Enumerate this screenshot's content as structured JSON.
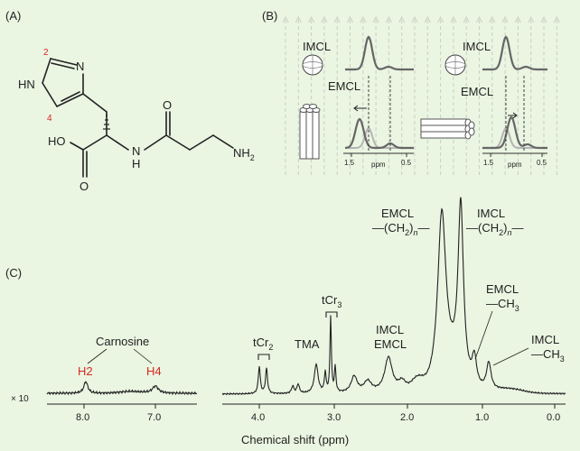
{
  "panels": {
    "a_label": "(A)",
    "b_label": "(B)",
    "c_label": "(C)"
  },
  "molecule": {
    "atom_N_upper": "N",
    "atom_HN": "HN",
    "atom_HO": "HO",
    "atom_O_acid": "O",
    "atom_N_amide": "N",
    "atom_H_amide": "H",
    "atom_O_amide": "O",
    "atom_NH": "NH",
    "atom_NH_sub": "2",
    "position_2": "2",
    "position_4": "4"
  },
  "panel_b": {
    "imcl": "IMCL",
    "emcl": "EMCL",
    "ppm": "ppm",
    "tick_left": "1.5",
    "tick_right": "0.5"
  },
  "spectrum": {
    "multiplier": "× 10",
    "xlabel": "Chemical shift (ppm)",
    "left_ticks": [
      "8.0",
      "7.0"
    ],
    "right_ticks": [
      "4.0",
      "3.0",
      "2.0",
      "1.0",
      "0.0"
    ],
    "carnosine": "Carnosine",
    "h2": "H2",
    "h4": "H4",
    "tcr2_base": "tCr",
    "tcr2_sub": "2",
    "tcr3_base": "tCr",
    "tcr3_sub": "3",
    "tma": "TMA",
    "imcl_emcl_top": "IMCL",
    "imcl_emcl_bottom": "EMCL",
    "emcl_ch2_name": "EMCL",
    "imcl_ch2_name": "IMCL",
    "ch2_group_pre": "—(CH",
    "ch2_group_sub": "2",
    "ch2_group_mid": ")",
    "ch2_group_n": "n",
    "ch2_group_post": "—",
    "emcl_ch3_name": "EMCL",
    "imcl_ch3_name": "IMCL",
    "ch3_group_pre": "—CH",
    "ch3_group_sub": "3"
  },
  "colors": {
    "background": "#eaf5e2",
    "ink": "#222222",
    "accent_red": "#d42a1e",
    "peak_gray": "#666666",
    "peak_light": "#b5b5b5"
  }
}
